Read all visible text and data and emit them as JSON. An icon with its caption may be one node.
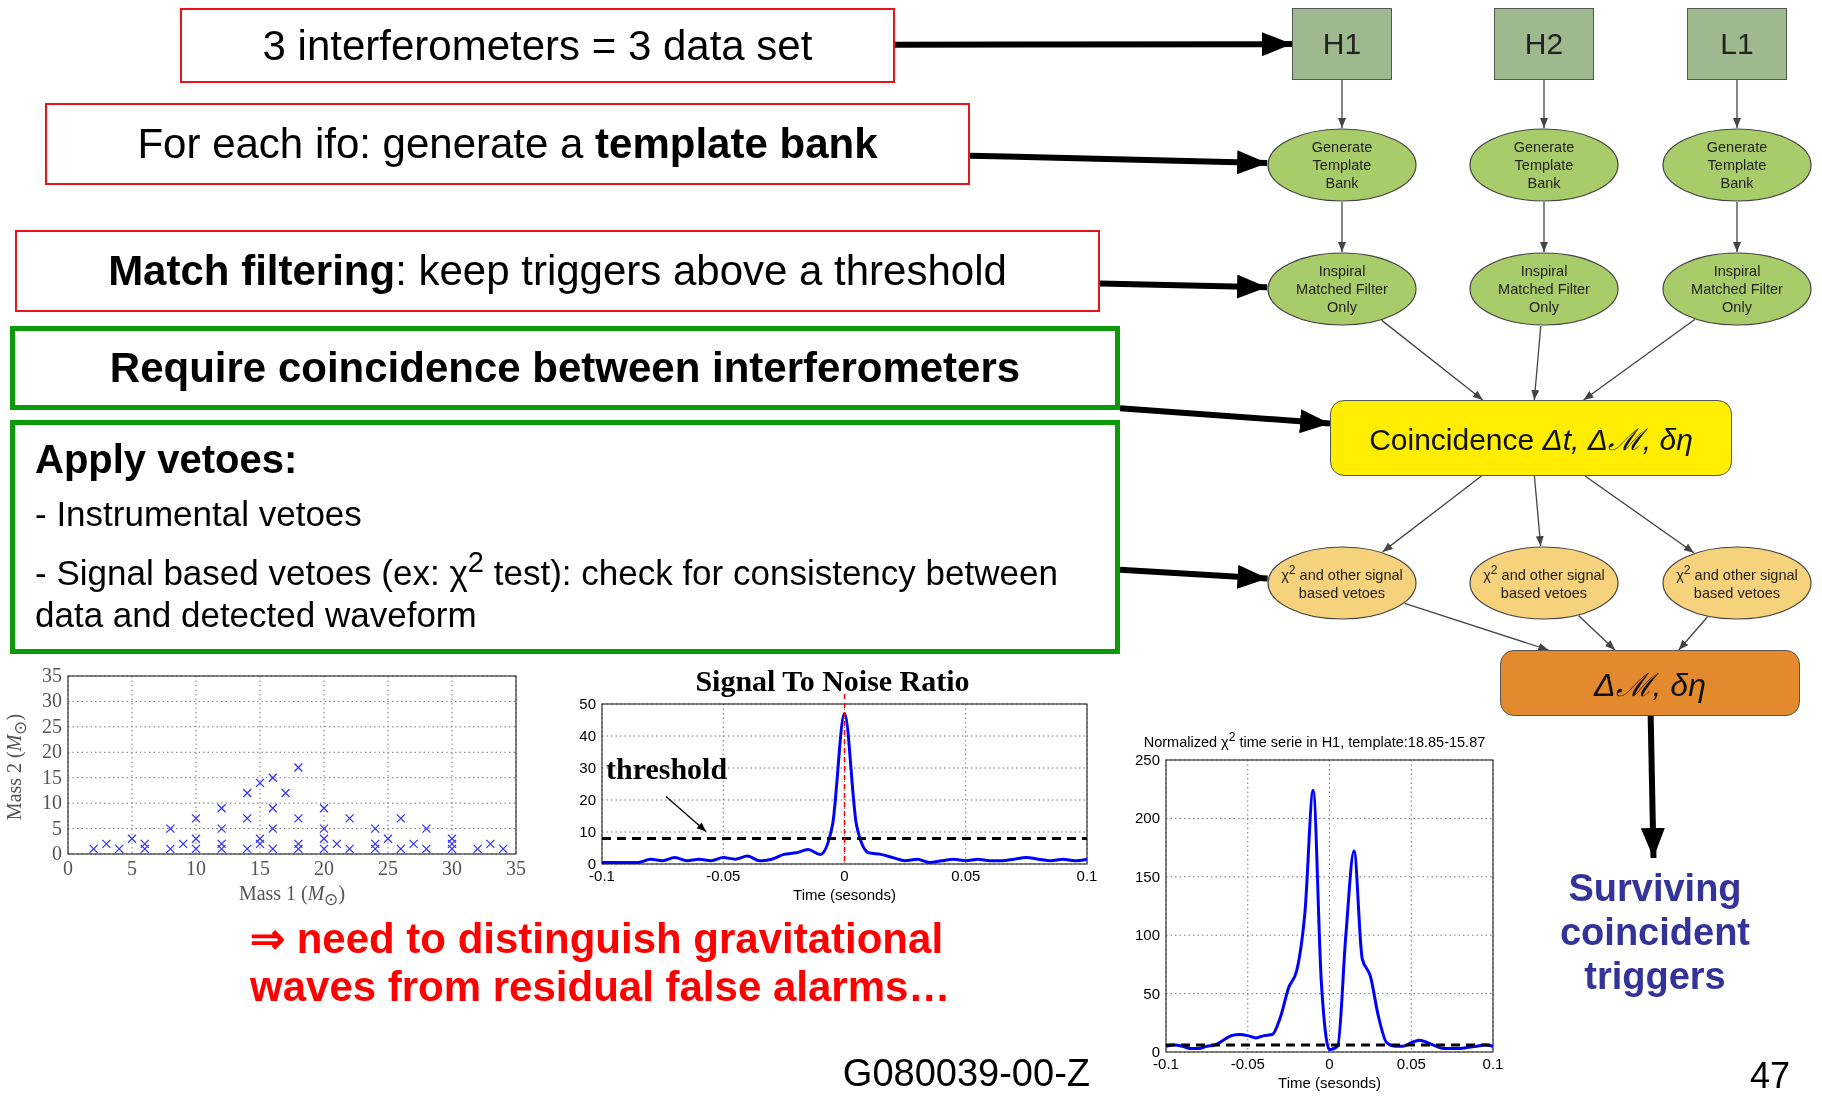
{
  "diagram": {
    "nodes": [
      {
        "text": [
          "3 interferometers = 3 data set"
        ]
      },
      {
        "text": [
          "For each ifo: generate a **template bank**"
        ]
      },
      {
        "text": [
          "**Match filtering**: keep triggers above a threshold"
        ]
      },
      {
        "text": [
          "Require coincidence between interferometers"
        ]
      },
      {
        "text": [
          "Apply vetoes:",
          "- Instrumental vetoes",
          "- Signal based vetoes (ex: χ$^{2}$ test): check for consistency between data and detected waveform"
        ]
      },
      {
        "text": [
          "H1"
        ]
      },
      {
        "text": [
          "H2"
        ]
      },
      {
        "text": [
          "L1"
        ]
      },
      {
        "text": [
          "Generate Template Bank"
        ]
      },
      {
        "text": [
          "Generate Template Bank"
        ]
      },
      {
        "text": [
          "Generate Template Bank"
        ]
      },
      {
        "text": [
          "Inspiral Matched Filter Only"
        ]
      },
      {
        "text": [
          "Inspiral Matched Filter Only"
        ]
      },
      {
        "text": [
          "Inspiral Matched Filter Only"
        ]
      },
      {
        "text": [
          "Coincidence  *Δt, Δℳ, δη*"
        ]
      },
      {
        "text": [
          "χ$^{2}$ and other signal based vetoes"
        ]
      },
      {
        "text": [
          "χ$^{2}$ and other signal based vetoes"
        ]
      },
      {
        "text": [
          "χ$^{2}$ and other signal based vetoes"
        ]
      },
      {
        "text": [
          "*Δℳ, δη*"
        ]
      },
      {
        "text": [
          "Surviving coincident triggers"
        ]
      }
    ],
    "edges": [
      {
        "from": 0,
        "to": 5,
        "arrow": "to",
        "style": "thick",
        "color": "#000000"
      },
      {
        "from": 1,
        "to": 8,
        "arrow": "to",
        "style": "thick",
        "color": "#000000"
      },
      {
        "from": 2,
        "to": 11,
        "arrow": "to",
        "style": "thick",
        "color": "#000000"
      },
      {
        "from": 3,
        "to": 14,
        "arrow": "to",
        "style": "thick",
        "color": "#000000"
      },
      {
        "from": 4,
        "to": 15,
        "arrow": "to",
        "style": "thick",
        "color": "#000000"
      },
      {
        "from": 5,
        "to": 8,
        "arrow": "to"
      },
      {
        "from": 6,
        "to": 9,
        "arrow": "to"
      },
      {
        "from": 7,
        "to": 10,
        "arrow": "to"
      },
      {
        "from": 8,
        "to": 11,
        "arrow": "to"
      },
      {
        "from": 9,
        "to": 12,
        "arrow": "to"
      },
      {
        "from": 10,
        "to": 13,
        "arrow": "to"
      },
      {
        "from": 11,
        "to": 14,
        "arrow": "to"
      },
      {
        "from": 12,
        "to": 14,
        "arrow": "to"
      },
      {
        "from": 13,
        "to": 14,
        "arrow": "to"
      },
      {
        "from": 14,
        "to": 15,
        "arrow": "to"
      },
      {
        "from": 14,
        "to": 16,
        "arrow": "to"
      },
      {
        "from": 14,
        "to": 17,
        "arrow": "to"
      },
      {
        "from": 15,
        "to": 18,
        "arrow": "to"
      },
      {
        "from": 16,
        "to": 18,
        "arrow": "to"
      },
      {
        "from": 17,
        "to": 18,
        "arrow": "to"
      },
      {
        "from": 18,
        "to": 19,
        "arrow": "to",
        "style": "thick",
        "color": "#000000"
      }
    ],
    "labels": [
      "⇒ need to distinguish gravitational waves from residual false alarms…",
      "G080039-00-Z",
      "47"
    ],
    "chart_data": [
      {
        "type": "scatter",
        "xlabel": "Mass 1 (*M*$_{⊙}$)",
        "ylabel": "Mass 2 (*M*$_{⊙}$)",
        "xlim": [
          0,
          35
        ],
        "ylim": [
          0,
          35
        ],
        "xticks": [
          0,
          5,
          10,
          15,
          20,
          25,
          30,
          35
        ],
        "yticks": [
          0,
          5,
          10,
          15,
          20,
          25,
          30,
          35
        ],
        "grid": true,
        "x": [
          2,
          4,
          6,
          8,
          10,
          12,
          14,
          16,
          18,
          20,
          22,
          24,
          26,
          28,
          30,
          32,
          34,
          3,
          6,
          9,
          12,
          15,
          18,
          21,
          24,
          27,
          30,
          33,
          5,
          10,
          15,
          20,
          25,
          30,
          8,
          12,
          16,
          20,
          24,
          28,
          10,
          14,
          18,
          22,
          26,
          12,
          16,
          20,
          14,
          17,
          15,
          16,
          18
        ],
        "series": [
          {
            "color": "#3030ff",
            "values": [
              1,
              1,
              1,
              1,
              1,
              1,
              1,
              1,
              1,
              1,
              1,
              1,
              1,
              1,
              1,
              1,
              1,
              2,
              2,
              2,
              2,
              2,
              2,
              2,
              2,
              2,
              2,
              2,
              3,
              3,
              3,
              3,
              3,
              3,
              5,
              5,
              5,
              5,
              5,
              5,
              7,
              7,
              7,
              7,
              7,
              9,
              9,
              9,
              12,
              12,
              14,
              15,
              17
            ]
          }
        ]
      },
      {
        "type": "line",
        "title": "Signal To Noise Ratio",
        "xlabel": "Time (sesonds)",
        "xlim": [
          -0.1,
          0.1
        ],
        "ylim": [
          0,
          50
        ],
        "xticks": [
          -0.1,
          -0.05,
          0,
          0.05,
          0.1
        ],
        "yticks": [
          0,
          10,
          20,
          30,
          40,
          50
        ],
        "grid": true,
        "x": [
          -0.1,
          -0.095,
          -0.09,
          -0.085,
          -0.08,
          -0.075,
          -0.07,
          -0.065,
          -0.06,
          -0.055,
          -0.05,
          -0.045,
          -0.04,
          -0.035,
          -0.03,
          -0.025,
          -0.02,
          -0.015,
          -0.01,
          -0.005,
          0,
          0.005,
          0.01,
          0.015,
          0.02,
          0.025,
          0.03,
          0.035,
          0.04,
          0.045,
          0.05,
          0.055,
          0.06,
          0.065,
          0.07,
          0.075,
          0.08,
          0.085,
          0.09,
          0.095,
          0.1
        ],
        "series": [
          {
            "color": "#0000ff",
            "values": [
              0.5,
              0.5,
              0.5,
              0.5,
              1.5,
              1,
              2,
              1,
              1.5,
              1,
              2,
              1.5,
              2.5,
              1,
              1.5,
              3,
              3.5,
              4.5,
              3,
              12,
              47,
              12,
              3.5,
              3,
              2,
              1,
              1.5,
              0.5,
              1,
              1.5,
              1,
              1.5,
              1,
              1,
              1.5,
              2,
              1.5,
              1,
              1.5,
              1,
              1.5
            ]
          }
        ],
        "ref_lines": [
          {
            "axis": "y",
            "value": 8,
            "color": "#000000"
          },
          {
            "axis": "x",
            "value": 0,
            "color": "#ff0000"
          }
        ],
        "annotations": [
          "threshold"
        ]
      },
      {
        "type": "line",
        "title": "Normalized χ$^{2}$ time serie in H1, template:18.85-15.87",
        "xlabel": "Time (sesonds)",
        "xlim": [
          -0.1,
          0.1
        ],
        "ylim": [
          0,
          250
        ],
        "xticks": [
          -0.1,
          -0.05,
          0,
          0.05,
          0.1
        ],
        "yticks": [
          0,
          50,
          100,
          150,
          200,
          250
        ],
        "grid": true,
        "x": [
          -0.1,
          -0.095,
          -0.09,
          -0.085,
          -0.08,
          -0.075,
          -0.07,
          -0.065,
          -0.06,
          -0.055,
          -0.05,
          -0.045,
          -0.04,
          -0.035,
          -0.03,
          -0.025,
          -0.02,
          -0.015,
          -0.01,
          -0.005,
          0,
          0.005,
          0.01,
          0.015,
          0.02,
          0.025,
          0.03,
          0.035,
          0.04,
          0.045,
          0.05,
          0.055,
          0.06,
          0.065,
          0.07,
          0.075,
          0.08,
          0.085,
          0.09,
          0.095,
          0.1
        ],
        "series": [
          {
            "color": "#0000ff",
            "values": [
              5,
              6,
              5,
              3,
              3,
              5,
              6,
              10,
              14,
              15,
              14,
              12,
              14,
              15,
              30,
              55,
              70,
              120,
              224,
              60,
              2,
              5,
              100,
              172,
              80,
              65,
              30,
              8,
              5,
              5,
              8,
              10,
              8,
              5,
              3,
              3,
              3,
              4,
              5,
              6,
              5
            ]
          }
        ],
        "ref_lines": [
          {
            "axis": "y",
            "value": 6,
            "color": "#000000"
          }
        ]
      }
    ]
  }
}
